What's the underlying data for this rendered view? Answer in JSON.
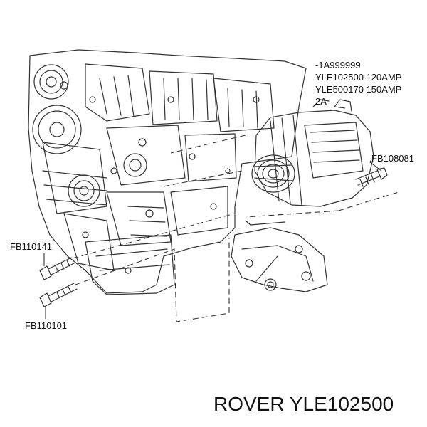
{
  "callouts": {
    "revision_top": "-1A999999",
    "part_120": "YLE102500 120AMP",
    "part_150": "YLE500170 150AMP",
    "revision_bottom": "2A-",
    "bolt_right": "FB108081",
    "bolt_left_upper": "FB110141",
    "bolt_left_lower": "FB110101"
  },
  "footer": {
    "brand": "ROVER",
    "part_number": "YLE102500"
  }
}
